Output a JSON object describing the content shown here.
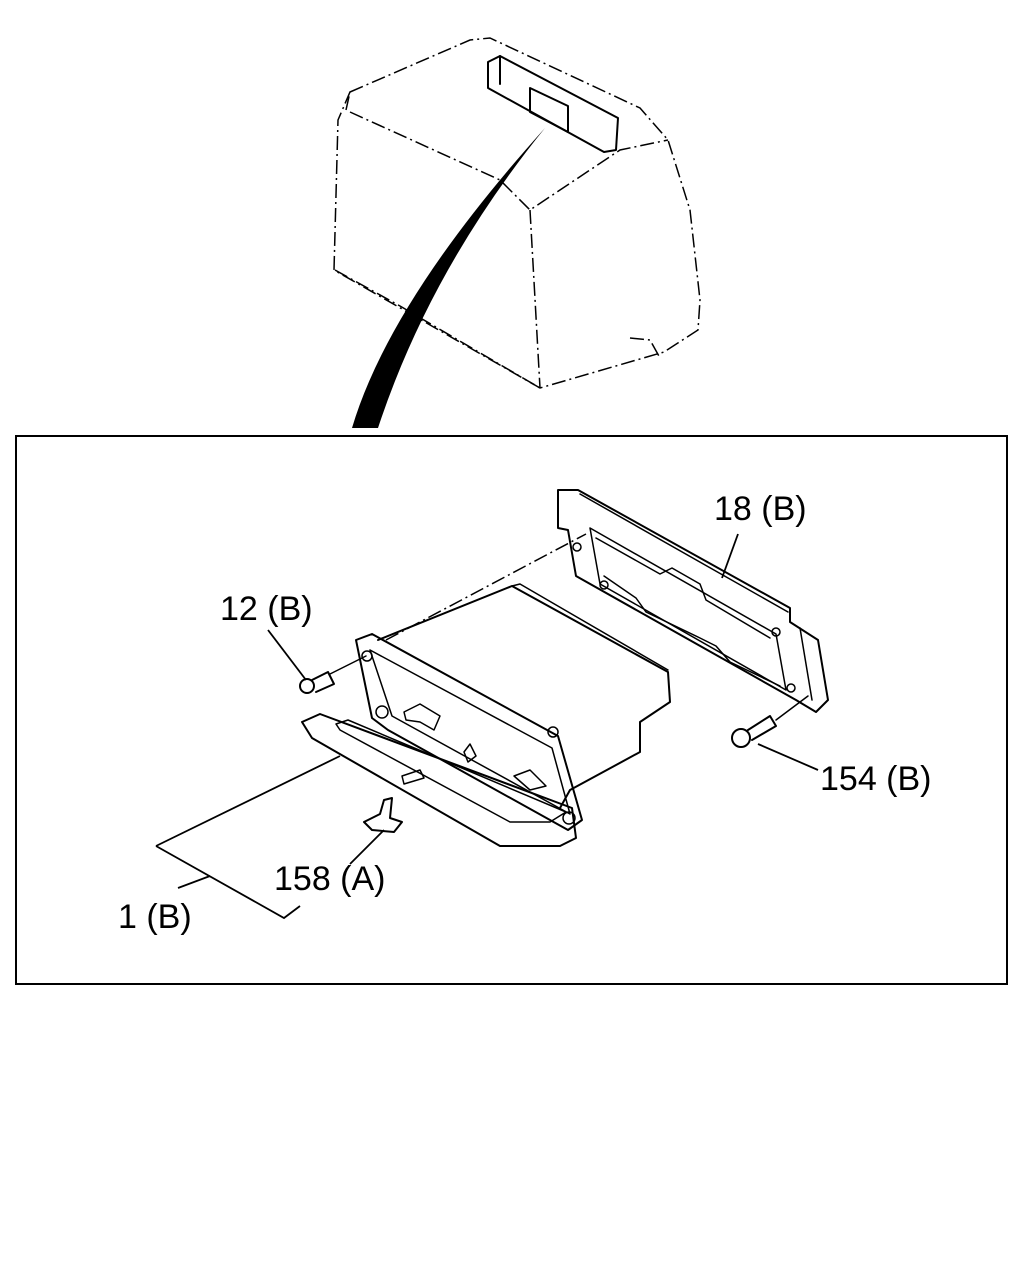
{
  "callouts": {
    "part_18": "18 (B)",
    "part_12": "12 (B)",
    "part_154": "154 (B)",
    "part_158": "158 (A)",
    "part_1": "1 (B)"
  }
}
